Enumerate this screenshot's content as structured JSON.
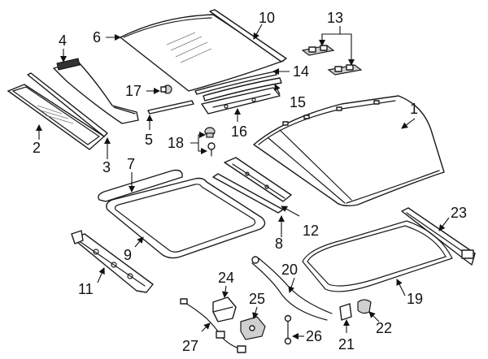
{
  "callouts": [
    "1",
    "2",
    "3",
    "4",
    "5",
    "6",
    "7",
    "8",
    "9",
    "10",
    "11",
    "12",
    "13",
    "14",
    "15",
    "16",
    "17",
    "18",
    "19",
    "20",
    "21",
    "22",
    "23",
    "24",
    "25",
    "26",
    "27"
  ]
}
